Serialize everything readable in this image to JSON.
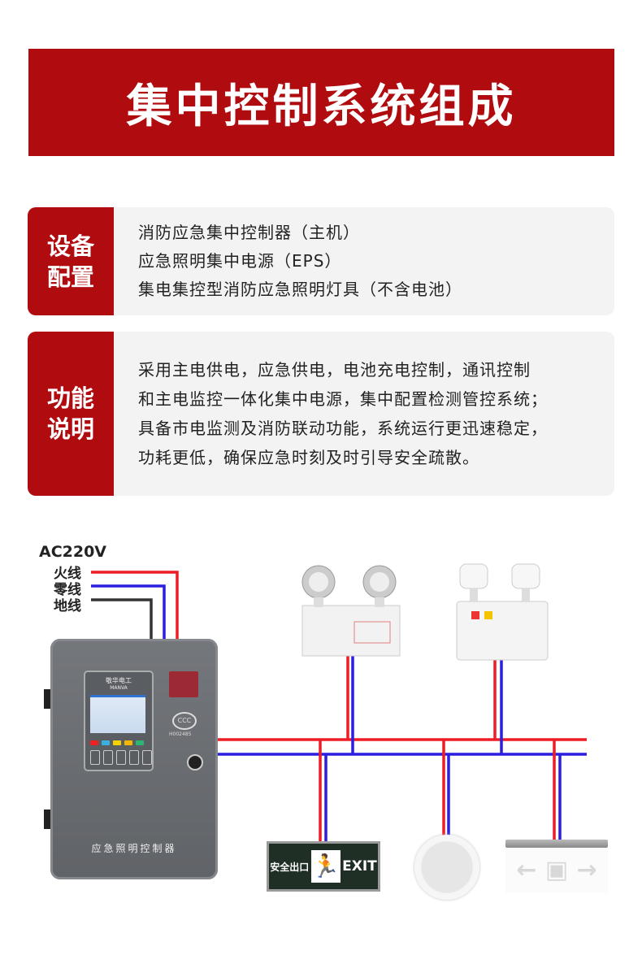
{
  "title": "集中控制系统组成",
  "config": {
    "tag": [
      "设备",
      "配置"
    ],
    "lines": [
      "消防应急集中控制器（主机）",
      "应急照明集中电源（EPS）",
      "集电集控型消防应急照明灯具（不含电池）"
    ]
  },
  "function": {
    "tag": [
      "功能",
      "说明"
    ],
    "lines": [
      "采用主电供电，应急供电，电池充电控制，通讯控制",
      "和主电监控一体化集中电源，集中配置检测管控系统；",
      "具备市电监测及消防联动功能，系统运行更迅速稳定，",
      "功耗更低，确保应急时刻及时引导安全疏散。"
    ]
  },
  "diagram": {
    "supply": "AC220V",
    "live": "火线",
    "neutral": "零线",
    "ground": "地线",
    "controller": {
      "brand": "敬华电工",
      "brand_en": "MANVA",
      "cert_mark": "CCC",
      "cert_code": "H002485",
      "label": "应急照明控制器"
    },
    "exit_sign": {
      "cn": "安全出口",
      "en": "EXIT"
    },
    "colors": {
      "live": "#ee1c25",
      "neutral": "#2a1fe0",
      "ground": "#333333",
      "accent": "#b00c0f"
    }
  }
}
